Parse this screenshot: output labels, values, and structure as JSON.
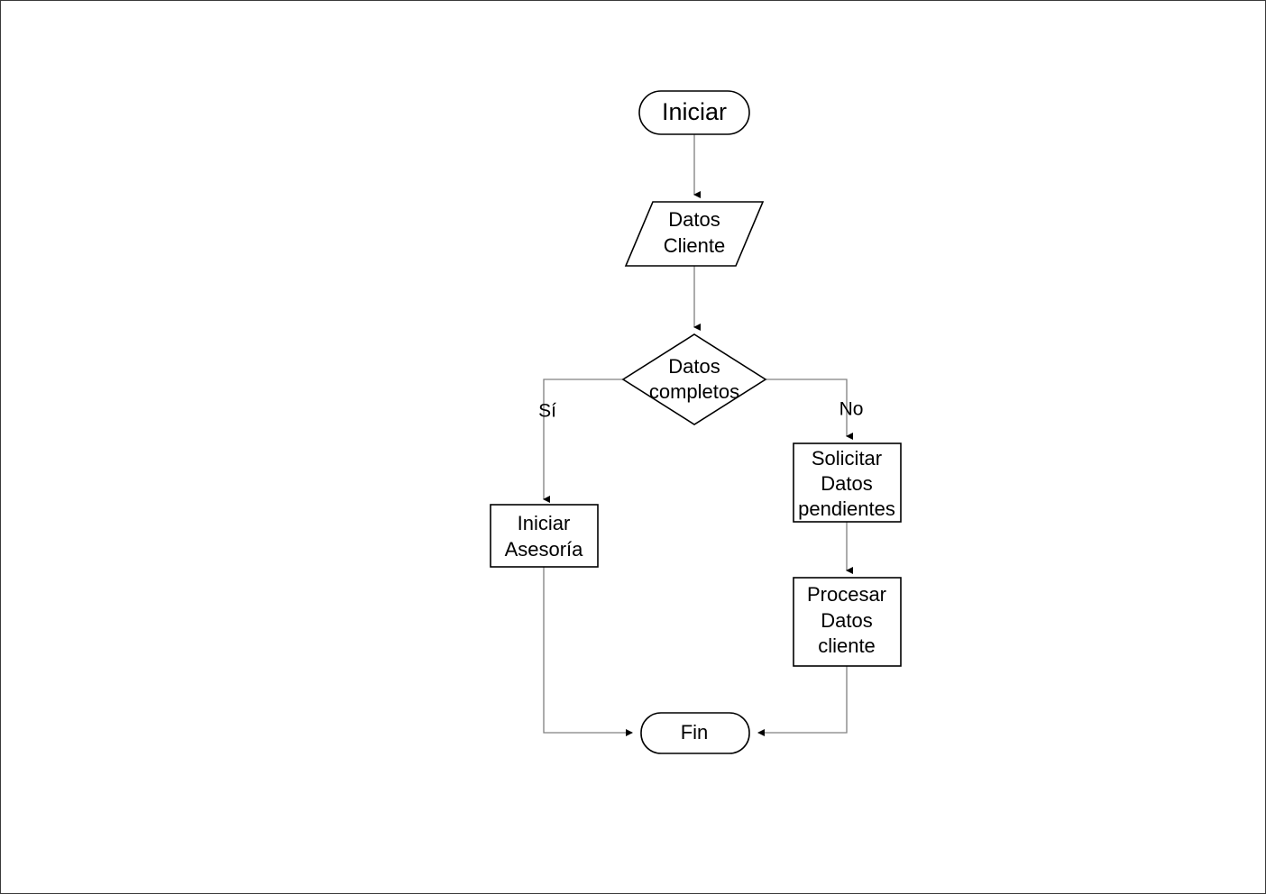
{
  "diagram": {
    "type": "flowchart",
    "language": "es",
    "background_color": "#ffffff",
    "shape_border_color": "#000000",
    "connector_color": "#808080",
    "text_color": "#000000",
    "nodes": {
      "start": {
        "shape": "terminator",
        "label": "Iniciar"
      },
      "input_data": {
        "shape": "parallelogram",
        "line1": "Datos",
        "line2": "Cliente"
      },
      "decision": {
        "shape": "diamond",
        "line1": "Datos",
        "line2": "completos"
      },
      "start_advisory": {
        "shape": "process",
        "line1": "Iniciar",
        "line2": "Asesoría"
      },
      "request_pending": {
        "shape": "process",
        "line1": "Solicitar",
        "line2": "Datos",
        "line3": "pendientes"
      },
      "process_data": {
        "shape": "process",
        "line1": "Procesar",
        "line2": "Datos",
        "line3": "cliente"
      },
      "end": {
        "shape": "terminator",
        "label": "Fin"
      }
    },
    "edge_labels": {
      "yes": "Sí",
      "no": "No"
    }
  }
}
